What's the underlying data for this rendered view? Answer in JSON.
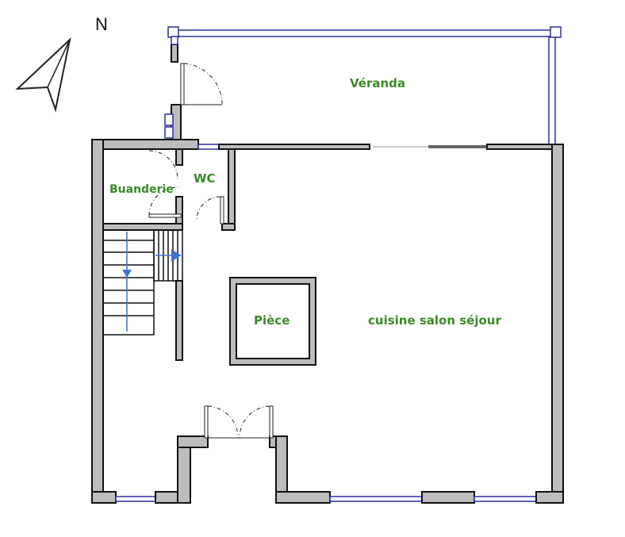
{
  "compass": {
    "label": "N",
    "icon": "north-arrow-icon"
  },
  "rooms": {
    "veranda": "Véranda",
    "wc": "WC",
    "buanderie": "Buanderie",
    "piece": "Pièce",
    "main": "cuisine salon séjour"
  },
  "colors": {
    "room_label": "#3a8a28",
    "wall_fill": "#bdbdbd",
    "window": "#2b2f9c",
    "stair_arrow": "#3f6fd6"
  }
}
